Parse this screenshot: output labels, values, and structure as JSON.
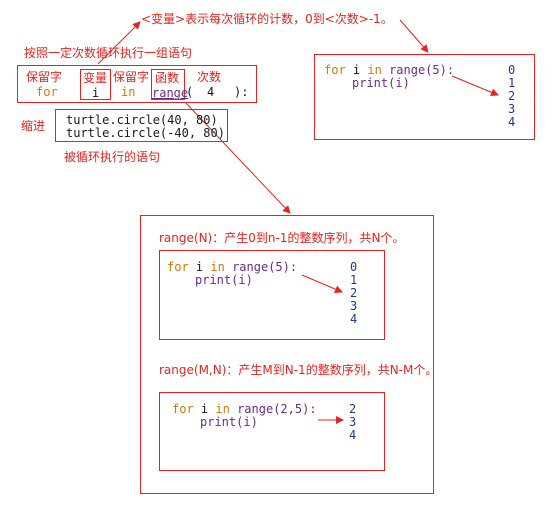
{
  "annotations": {
    "variable_note": "<变量>表示每次循环的计数，0到<次数>-1。",
    "loop_note": "按照一定次数循环执行一组语句",
    "indent_label": "缩进",
    "body_label": "被循环执行的语句"
  },
  "syntax_row": {
    "labels": [
      "保留字",
      "变量",
      "保留字",
      "函数",
      "次数"
    ],
    "code": {
      "for": "for",
      "var": "i",
      "in": "in",
      "func": "range",
      "paren_open": "(",
      "count": "4",
      "paren_close": "):"
    }
  },
  "body_code": [
    "turtle.circle(40, 80)",
    "turtle.circle(-40, 80)"
  ],
  "example_top": {
    "line1": {
      "kw_for": "for",
      "var": "i",
      "kw_in": "in",
      "call": "range(5):"
    },
    "line2": "print(i)",
    "output": [
      "0",
      "1",
      "2",
      "3",
      "4"
    ]
  },
  "range_n": {
    "title": "range(N)：产生0到n-1的整数序列，共N个。",
    "line1": {
      "kw_for": "for",
      "var": "i",
      "kw_in": "in",
      "call": "range(5):"
    },
    "line2": "print(i)",
    "output": [
      "0",
      "1",
      "2",
      "3",
      "4"
    ]
  },
  "range_mn": {
    "title": "range(M,N)：产生M到N-1的整数序列，共N-M个。",
    "line1": {
      "kw_for": "for",
      "var": "i",
      "kw_in": "in",
      "call": "range(2,5):"
    },
    "line2": "print(i)",
    "output": [
      "2",
      "3",
      "4"
    ]
  },
  "colors": {
    "annotation": "#e8231f",
    "keyword": "#d07a00",
    "function": "#6a2c8a",
    "output": "#1f3a93"
  }
}
